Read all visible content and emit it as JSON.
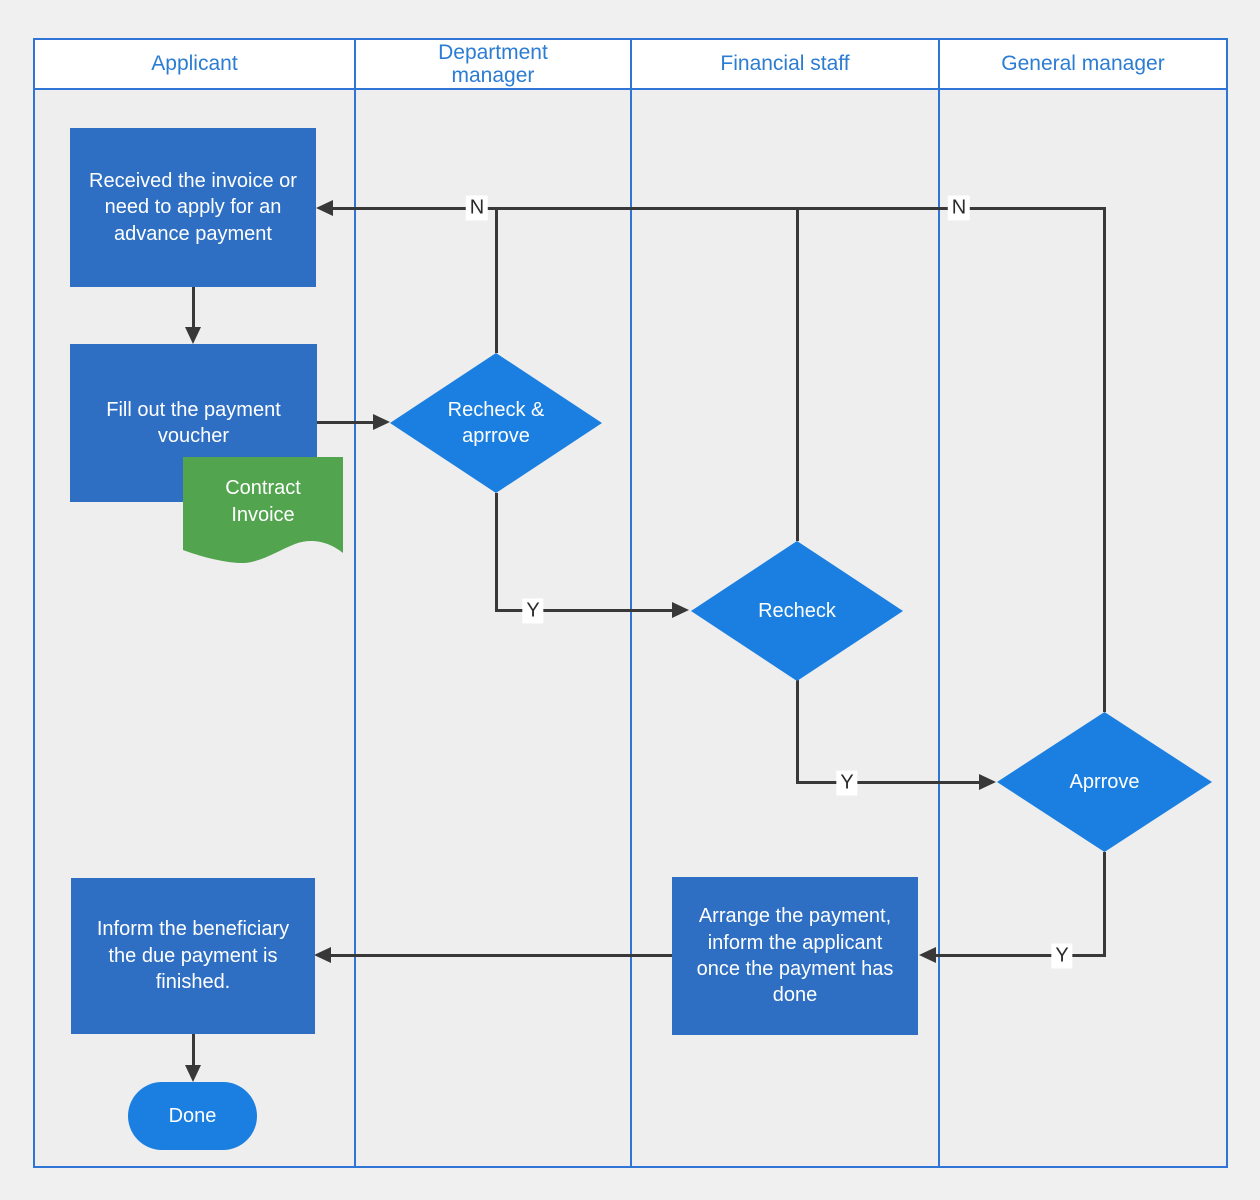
{
  "lanes": [
    {
      "label": "Applicant"
    },
    {
      "label": "Department manager"
    },
    {
      "label": "Financial staff"
    },
    {
      "label": "General manager"
    }
  ],
  "nodes": {
    "received": {
      "type": "process",
      "label": "Received the invoice or need to apply for an advance payment"
    },
    "fill_voucher": {
      "type": "process",
      "label": "Fill out the payment voucher"
    },
    "contract_invoice": {
      "type": "document",
      "label": "Contract\nInvoice"
    },
    "recheck_approve": {
      "type": "decision",
      "label": "Recheck & aprrove"
    },
    "recheck": {
      "type": "decision",
      "label": "Recheck"
    },
    "approve": {
      "type": "decision",
      "label": "Aprrove"
    },
    "arrange_payment": {
      "type": "process",
      "label": "Arrange the payment, inform the applicant once the payment has done"
    },
    "inform_beneficiary": {
      "type": "process",
      "label": "Inform the beneficiary the due payment is finished."
    },
    "done": {
      "type": "terminator",
      "label": "Done"
    }
  },
  "edge_labels": {
    "dept_manager_no": "N",
    "general_manager_no": "N",
    "dept_manager_yes": "Y",
    "financial_staff_yes": "Y",
    "general_manager_yes": "Y"
  },
  "colors": {
    "process_fill": "#2e6fc4",
    "decision_fill": "#1a7fe0",
    "terminator_fill": "#1a7fe0",
    "document_fill": "#52a54e",
    "lane_border": "#2e75d6",
    "header_text": "#2b7cd3",
    "connector": "#383838",
    "lane_background": "#eeeeee",
    "page_background": "#f0f0f0",
    "node_text": "#ffffff",
    "edge_label_text": "#2b2b2b"
  }
}
